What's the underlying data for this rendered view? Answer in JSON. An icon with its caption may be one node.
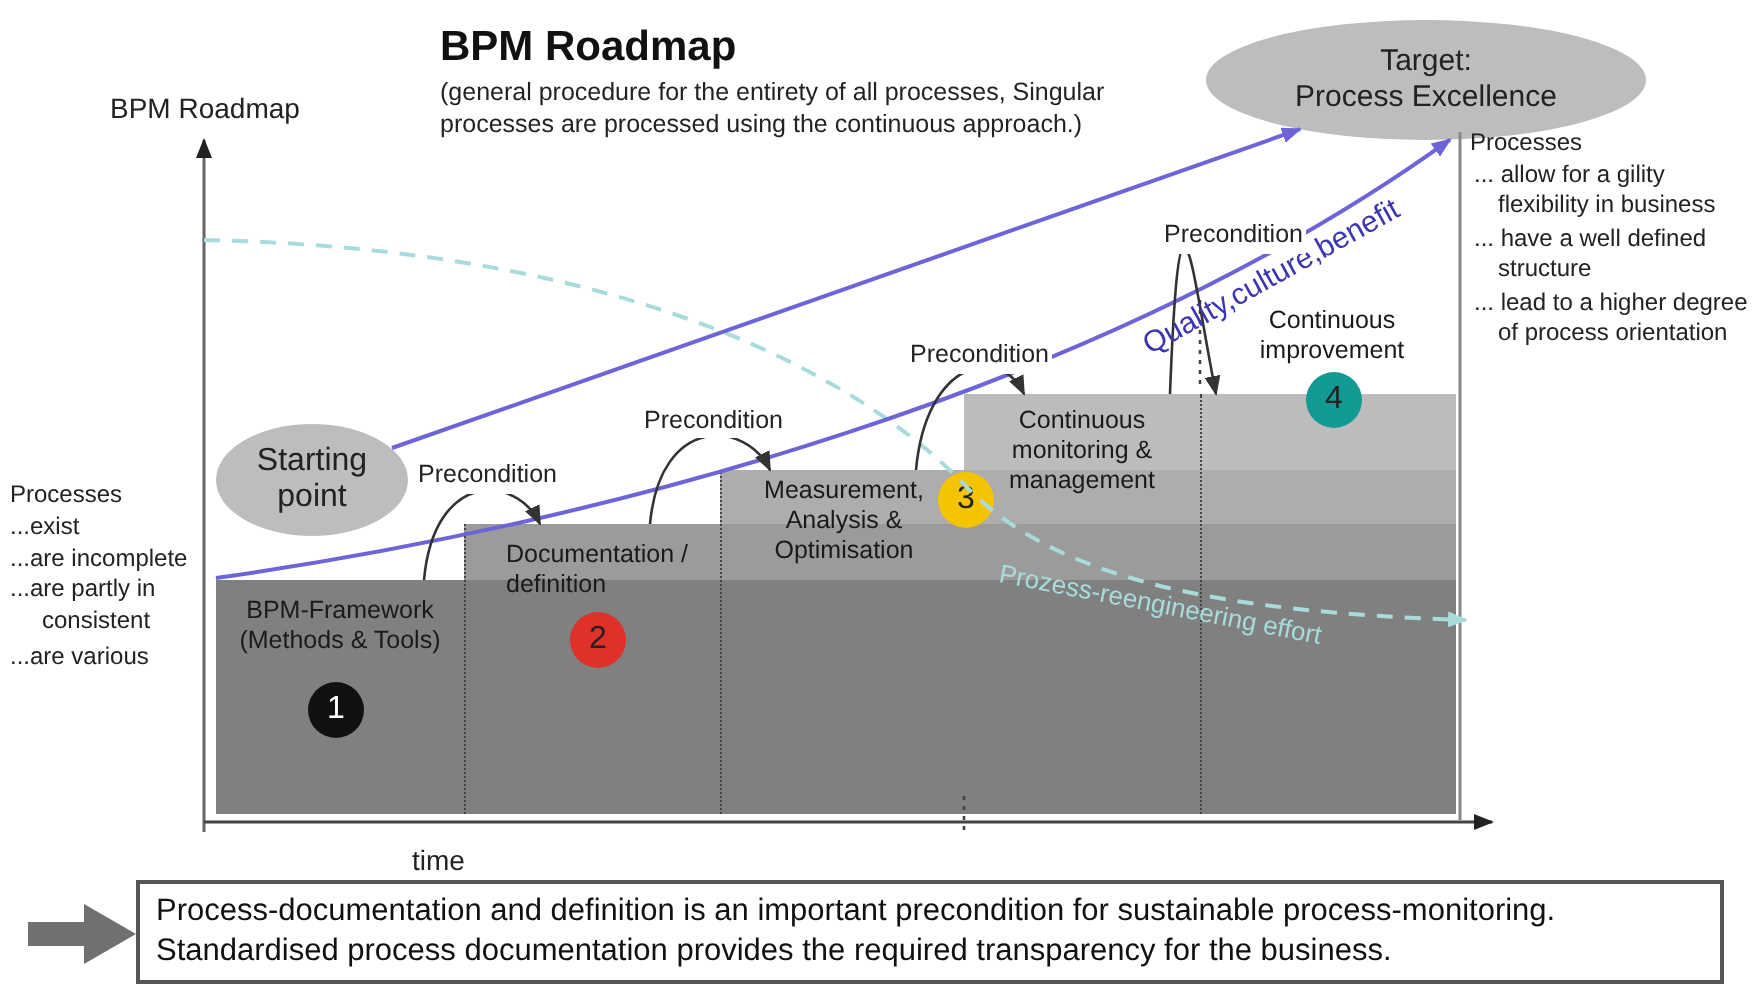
{
  "diagram": {
    "title": "BPM Roadmap",
    "nodes": [
      {
        "text": [
          "Starting point"
        ]
      },
      {
        "text": [
          "Target:",
          "Process Excellence"
        ]
      },
      {
        "text": [
          "BPM-Framework (Methods & Tools)"
        ]
      },
      {
        "text": [
          "1"
        ],
        "in": 2
      },
      {
        "text": [
          "Documentation / definition"
        ]
      },
      {
        "text": [
          "2"
        ],
        "in": 4
      },
      {
        "text": [
          "Measurement, Analysis & Optimisation"
        ]
      },
      {
        "text": [
          "Continuous monitoring & management"
        ]
      },
      {
        "text": [
          "3"
        ]
      },
      {
        "text": [
          "Continuous improvement"
        ]
      },
      {
        "text": [
          "4"
        ]
      },
      {
        "text": [
          "Process-documentation and definition is an important precondition for sustainable process-monitoring.",
          "Standardised process documentation provides the required transparency for the business."
        ]
      }
    ],
    "edges": [
      {
        "from": 0,
        "to": 1,
        "arrow": "to",
        "color": "#6d64d8"
      },
      {
        "from": 2,
        "to": 1,
        "arrow": "to",
        "label": "Quality,culture,benefit",
        "color": "#6d64d8"
      },
      {
        "from": 2,
        "to": 4,
        "arrow": "to",
        "label": "Precondition"
      },
      {
        "from": 4,
        "to": 6,
        "arrow": "to",
        "label": "Precondition"
      },
      {
        "from": 6,
        "to": 7,
        "arrow": "to",
        "label": "Precondition"
      },
      {
        "from": 7,
        "to": 9,
        "arrow": "to",
        "label": "Precondition"
      },
      {
        "from": null,
        "to": 11,
        "arrow": "to",
        "style": "thick",
        "color": "#707070"
      }
    ],
    "labels": [
      "(general procedure for the entirety of all processes, Singular processes are processed using the continuous approach.)",
      "BPM Roadmap",
      "Processes",
      "... allow for a gility flexibility in business",
      "... have a well defined structure",
      "... lead to a higher degree of process orientation",
      "Processes",
      "...exist",
      "...are incomplete",
      "...are partly in consistent",
      "...are various",
      "Prozess-reengineering effort",
      "time"
    ]
  }
}
